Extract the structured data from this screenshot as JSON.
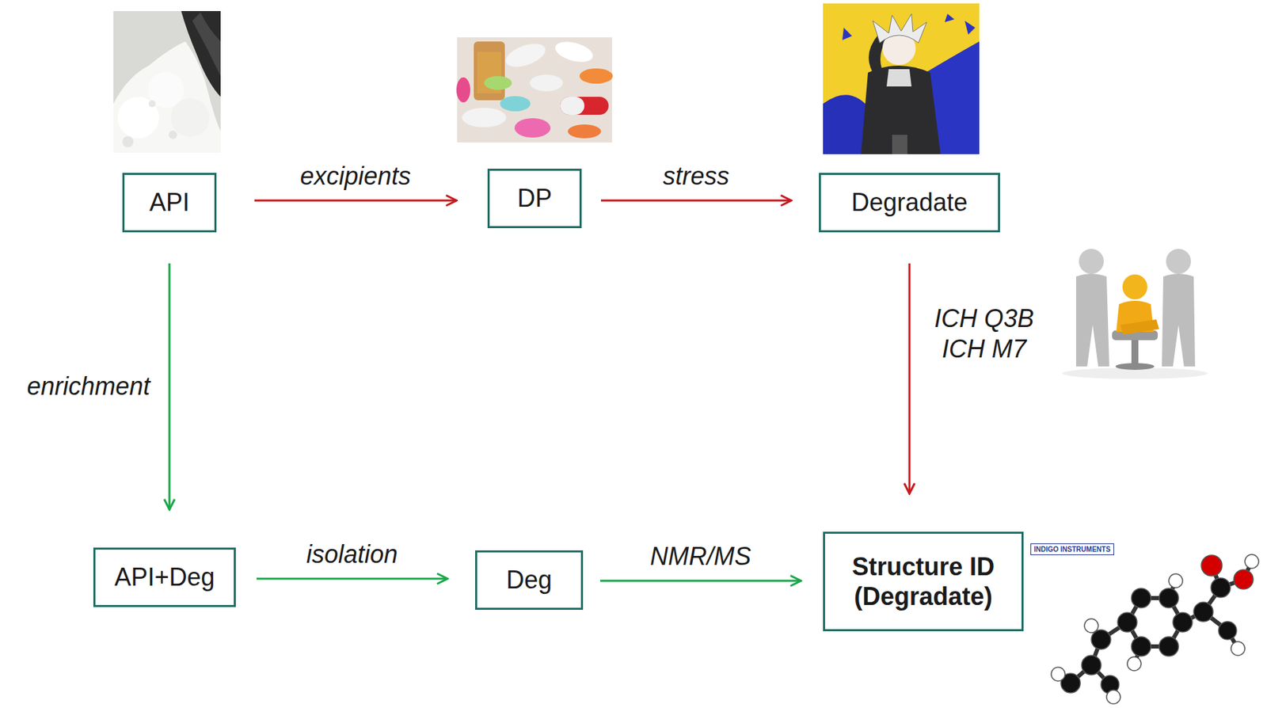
{
  "diagram": {
    "nodes": [
      {
        "text": [
          "API"
        ]
      },
      {
        "text": [
          "DP"
        ]
      },
      {
        "text": [
          "Degradate"
        ]
      },
      {
        "text": [
          "API+Deg"
        ]
      },
      {
        "text": [
          "Deg"
        ]
      },
      {
        "text": [
          "Structure ID (Degradate)"
        ]
      }
    ],
    "edges": [
      {
        "from": 0,
        "to": 1,
        "label": "excipients",
        "arrow": "to"
      },
      {
        "from": 1,
        "to": 2,
        "label": "stress",
        "arrow": "to"
      },
      {
        "from": 2,
        "to": 5,
        "label": "ICH Q3B ICH M7",
        "arrow": "to"
      },
      {
        "from": 0,
        "to": 3,
        "label": "enrichment",
        "arrow": "to"
      },
      {
        "from": 3,
        "to": 4,
        "label": "isolation",
        "arrow": "to"
      },
      {
        "from": 4,
        "to": 5,
        "label": "NMR/MS",
        "arrow": "to"
      }
    ],
    "labels": [
      "INDIGO INSTRUMENTS"
    ]
  }
}
